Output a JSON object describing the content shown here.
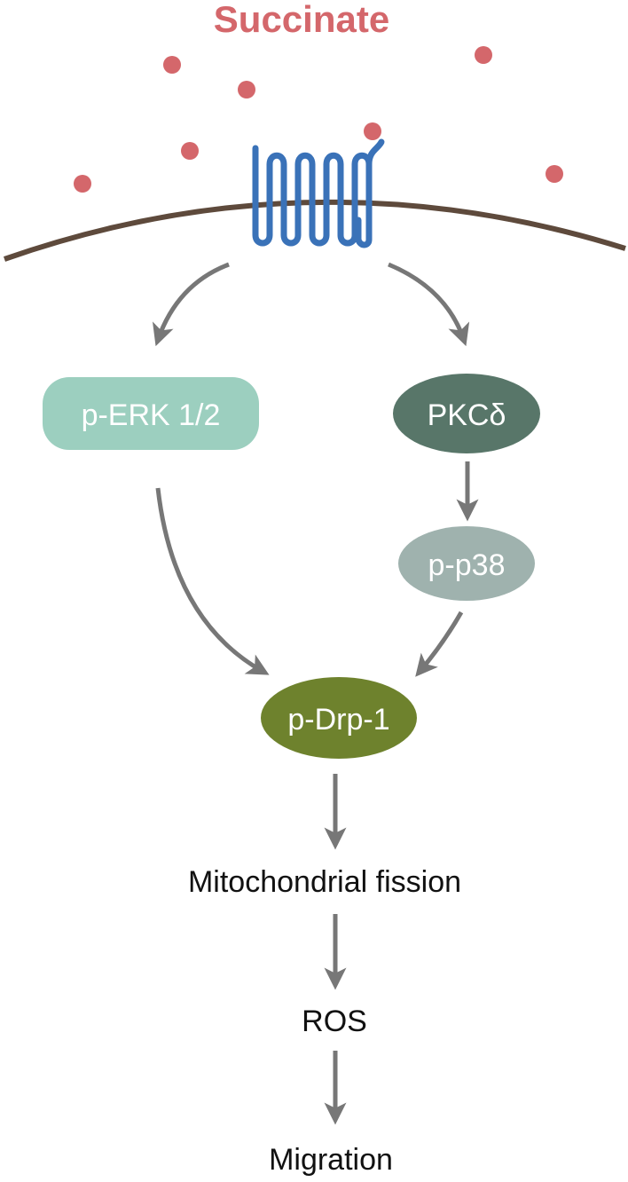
{
  "title": "Succinate",
  "colors": {
    "title": "#d4676b",
    "dots": "#d4676b",
    "membrane": "#5e4a3c",
    "receptor": "#3a72b8",
    "arrows": "#777777",
    "erk": "#9ccfbf",
    "pkc": "#587669",
    "p38": "#9fb2ae",
    "drp1": "#6e822d",
    "node_text": "#ffffff",
    "outcome_text": "#111111"
  },
  "nodes": {
    "erk": "p-ERK 1/2",
    "pkc": "PKCδ",
    "p38": "p-p38",
    "drp1": "p-Drp-1"
  },
  "outcomes": {
    "fission": "Mitochondrial fission",
    "ros": "ROS",
    "migration": "Migration"
  }
}
